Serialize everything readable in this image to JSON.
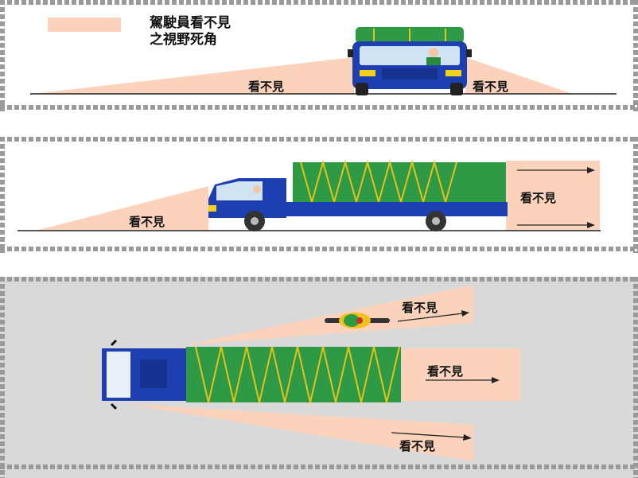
{
  "legend": {
    "line1": "駕駛員看不見",
    "line2": "之視野死角",
    "color": "#fbd3bd"
  },
  "labels": {
    "front_left": "看不見",
    "front_right": "看不見",
    "side_front": "看不見",
    "side_rear": "看不見",
    "top_moto": "看不見",
    "top_rear": "看不見",
    "top_bottom": "看不見"
  },
  "colors": {
    "blind_zone": "#fbd3bd",
    "cab_blue": "#1e3fb0",
    "cargo_green": "#2f9a45",
    "rope_yellow": "#e5c21a",
    "road_gray": "#d9d9d9"
  }
}
